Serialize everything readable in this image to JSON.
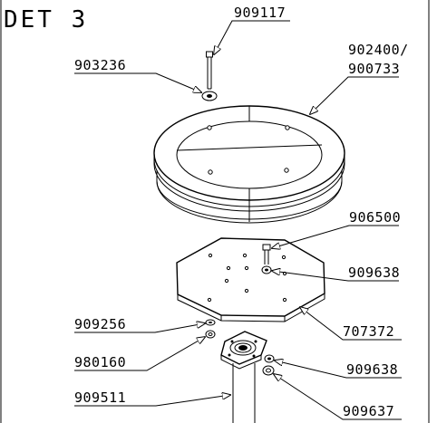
{
  "title": "DET 3",
  "labels": {
    "l909117": "909117",
    "l903236": "903236",
    "l902400": "902400/",
    "l900733": "900733",
    "l906500": "906500",
    "l909638a": "909638",
    "l909256": "909256",
    "l707372": "707372",
    "l980160": "980160",
    "l909638b": "909638",
    "l909511": "909511",
    "l909637": "909637"
  }
}
